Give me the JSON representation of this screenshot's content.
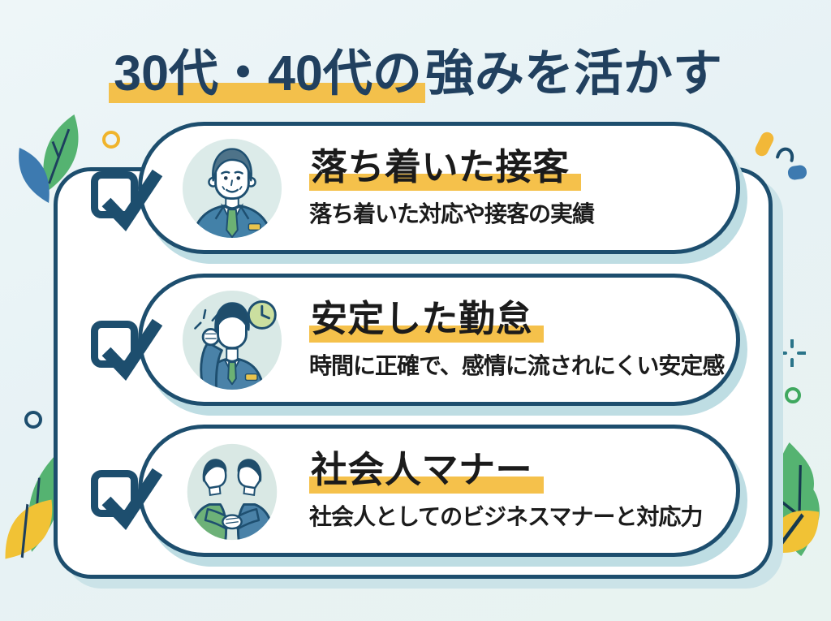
{
  "title": {
    "text": "30代・40代の強みを活かす",
    "highlighted_part": "30代・40代の",
    "rest_part": "強みを活かす"
  },
  "cards": [
    {
      "heading": "落ち着いた接客",
      "description": "落ち着いた対応や接客の実績",
      "illustration": "calm-businessman-portrait",
      "checked": true
    },
    {
      "heading": "安定した勤怠",
      "description": "時間に正確で、感情に流されにくい安定感",
      "illustration": "businessman-raised-fist-with-clock",
      "checked": true
    },
    {
      "heading": "社会人マナー",
      "description": "社会人としてのビジネスマナーと対応力",
      "illustration": "two-businessmen-handshake",
      "checked": true
    }
  ],
  "decorations": [
    "green-leaf-top-left",
    "blue-leaf-top-left",
    "yellow-ring-top-left",
    "yellow-pill-top-right",
    "navy-arc-top-right",
    "blue-blob-top-right",
    "teal-sparkle-right",
    "green-ring-right",
    "navy-ring-left",
    "green-leaf-bottom-left",
    "yellow-leaf-bottom-left",
    "green-leaf-bottom-right",
    "yellow-leaf-bottom-right"
  ],
  "colors": {
    "background": "#e9f3f5",
    "outline_navy": "#1d4e6e",
    "title_navy": "#21405f",
    "highlight_yellow": "#f3c04b",
    "card_shadow_teal": "#bedde3",
    "panel_shadow_teal": "#cbe3e8",
    "text_black": "#1b1b1b",
    "suit_blue": "#4a82a8",
    "suit_green": "#6db178",
    "tie_green": "#6cb173",
    "badge_yellow": "#e9c44c",
    "clock_green": "#cbdf9f",
    "avatar_bg_teal": "#d9e9e6",
    "leaf_green": "#55b371",
    "leaf_blue": "#3d7ab0",
    "leaf_yellow": "#f1c235"
  }
}
